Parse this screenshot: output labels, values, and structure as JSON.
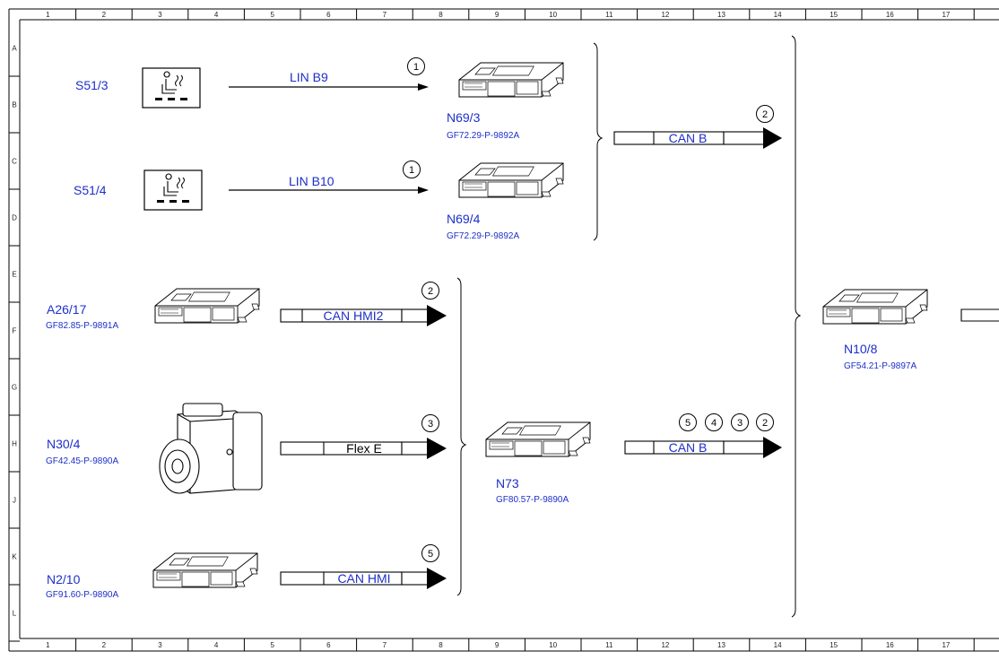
{
  "frame": {
    "columns": [
      "1",
      "2",
      "3",
      "4",
      "5",
      "6",
      "7",
      "8",
      "9",
      "10",
      "11",
      "12",
      "13",
      "14",
      "15",
      "16",
      "17"
    ],
    "rows": [
      "A",
      "B",
      "C",
      "D",
      "E",
      "F",
      "G",
      "H",
      "J",
      "K",
      "L"
    ]
  },
  "components": {
    "s51_3": "S51/3",
    "s51_4": "S51/4",
    "n69_3": {
      "label": "N69/3",
      "ref": "GF72.29-P-9892A"
    },
    "n69_4": {
      "label": "N69/4",
      "ref": "GF72.29-P-9892A"
    },
    "a26_17": {
      "label": "A26/17",
      "ref": "GF82.85-P-9891A"
    },
    "n30_4": {
      "label": "N30/4",
      "ref": "GF42.45-P-9890A"
    },
    "n2_10": {
      "label": "N2/10",
      "ref": "GF91.60-P-9890A"
    },
    "n73": {
      "label": "N73",
      "ref": "GF80.57-P-9890A"
    },
    "n10_8": {
      "label": "N10/8",
      "ref": "GF54.21-P-9897A"
    }
  },
  "buses": {
    "lin_b9": "LIN B9",
    "lin_b10": "LIN B10",
    "can_b_top": "CAN B",
    "can_hmi2": "CAN HMI2",
    "flex_e": "Flex E",
    "can_hmi": "CAN HMI",
    "can_b_mid": "CAN B"
  },
  "markers": {
    "lin_b9": "1",
    "lin_b10": "1",
    "can_b_top": "2",
    "can_hmi2": "2",
    "flex_e": "3",
    "can_hmi": "5",
    "can_b_mid": [
      "5",
      "4",
      "3",
      "2"
    ]
  },
  "colors": {
    "label": "#1d2fc9",
    "line": "#000000"
  },
  "icons": {
    "switch": "seat-heater-switch-icon",
    "module": "control-unit-icon",
    "camera": "camera-module-icon"
  }
}
